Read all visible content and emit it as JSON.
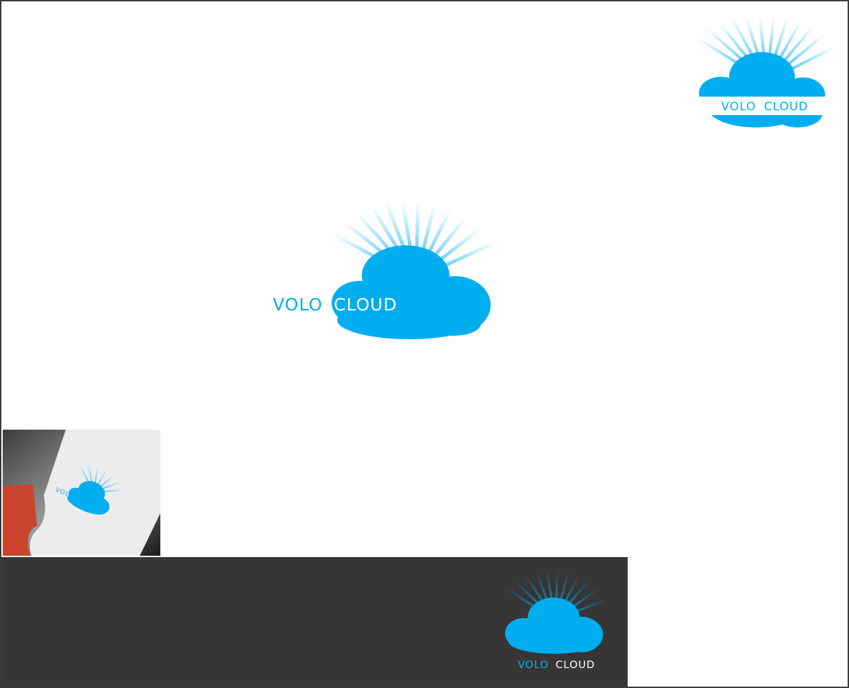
{
  "colors": {
    "accent": "#00aeef",
    "ray_light": "#bfe8fb",
    "dark_panel": "#373536",
    "frame": "#3a3a3a",
    "paper": "#ececec",
    "red_card": "#c9442a",
    "white": "#ffffff"
  },
  "brand": {
    "word1": "VOLO",
    "word2": "CLOUD"
  },
  "variants": [
    {
      "id": "top-right",
      "style": "banded",
      "background": "white"
    },
    {
      "id": "center",
      "style": "text-overlapping-cloud",
      "background": "white"
    },
    {
      "id": "mockup",
      "style": "paper-card-mockup",
      "background": "photo"
    },
    {
      "id": "dark",
      "style": "white-text-on-dark",
      "background": "dark"
    }
  ],
  "icons": [
    "cloud-icon",
    "sun-rays-icon"
  ]
}
